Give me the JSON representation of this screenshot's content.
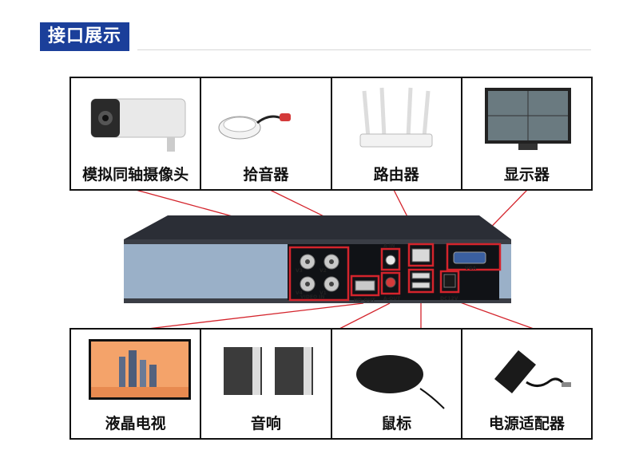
{
  "header": {
    "title": "接口展示"
  },
  "top_devices": [
    {
      "label": "模拟同轴摄像头",
      "icon": "bullet-camera-icon"
    },
    {
      "label": "拾音器",
      "icon": "microphone-pickup-icon"
    },
    {
      "label": "路由器",
      "icon": "router-icon"
    },
    {
      "label": "显示器",
      "icon": "monitor-icon"
    }
  ],
  "bottom_devices": [
    {
      "label": "液晶电视",
      "icon": "tv-icon"
    },
    {
      "label": "音响",
      "icon": "speakers-icon"
    },
    {
      "label": "鼠标",
      "icon": "mouse-icon"
    },
    {
      "label": "电源适配器",
      "icon": "power-adapter-icon"
    }
  ],
  "ports": {
    "video_in": "VIDEO IN",
    "audio_in": "A-IN",
    "hd_out": "HD-OUT",
    "audio_out": "A-OUT",
    "vga": "VGA",
    "dc": "DC12V",
    "v1": "V1",
    "v2": "V2",
    "v3": "V3",
    "v4": "V4"
  },
  "colors": {
    "accent": "#1b3f9a",
    "highlight": "#d4242c"
  }
}
